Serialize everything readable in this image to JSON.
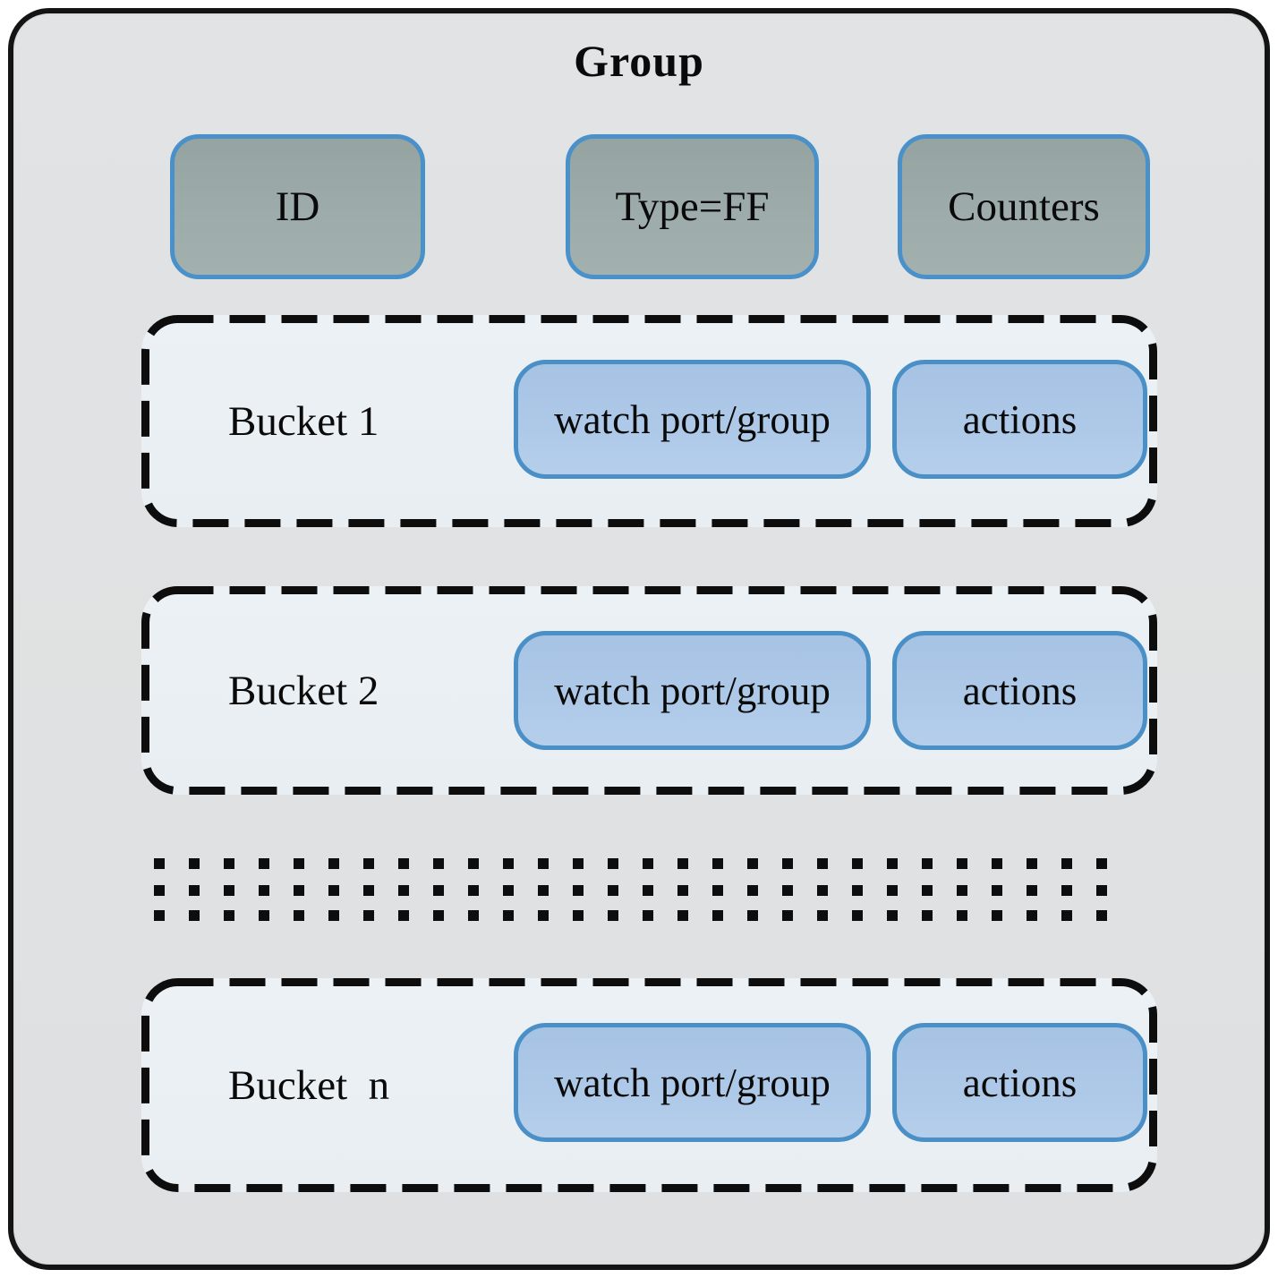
{
  "title": "Group",
  "header_fields": [
    {
      "label": "ID"
    },
    {
      "label": "Type=FF"
    },
    {
      "label": "Counters"
    }
  ],
  "buckets": [
    {
      "label": "Bucket 1",
      "watch_label": "watch port/group",
      "actions_label": "actions"
    },
    {
      "label": "Bucket 2",
      "watch_label": "watch port/group",
      "actions_label": "actions"
    },
    {
      "label": "Bucket  n",
      "watch_label": "watch port/group",
      "actions_label": "actions"
    }
  ],
  "separator": {
    "icon": "ellipsis-dotted-rows",
    "rows": 3
  },
  "colors": {
    "canvas_background": "#ffffff",
    "frame_background": "#dfe1e2",
    "frame_border": "#141414",
    "field_fill": "#9dabaa",
    "field_border": "#4a91c9",
    "bucket_fill": "#e9eff3",
    "bucket_dash_border": "#0d0d0d",
    "chip_fill": "#aec9e8",
    "chip_border": "#4a90c6",
    "text": "#0a0a0a"
  }
}
